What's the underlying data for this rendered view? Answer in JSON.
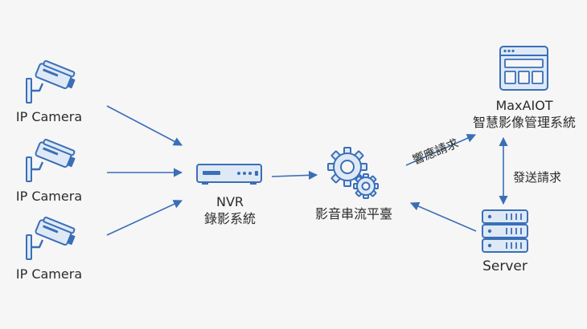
{
  "nodes": {
    "camera1": {
      "label": "IP Camera"
    },
    "camera2": {
      "label": "IP Camera"
    },
    "camera3": {
      "label": "IP Camera"
    },
    "nvr": {
      "title": "NVR",
      "subtitle": "錄影系統"
    },
    "platform": {
      "label": "影音串流平臺"
    },
    "maxaiot": {
      "title": "MaxAIOT",
      "subtitle": "智慧影像管理系統"
    },
    "server": {
      "label": "Server"
    }
  },
  "edges": {
    "platform_to_maxaiot": {
      "label": "響應請求"
    },
    "maxaiot_server": {
      "label": "發送請求"
    }
  },
  "colors": {
    "background": "#f6f6f6",
    "accent": "#3a6fb7",
    "icon_fill": "#dfe9f6",
    "text": "#2b2b2b"
  }
}
